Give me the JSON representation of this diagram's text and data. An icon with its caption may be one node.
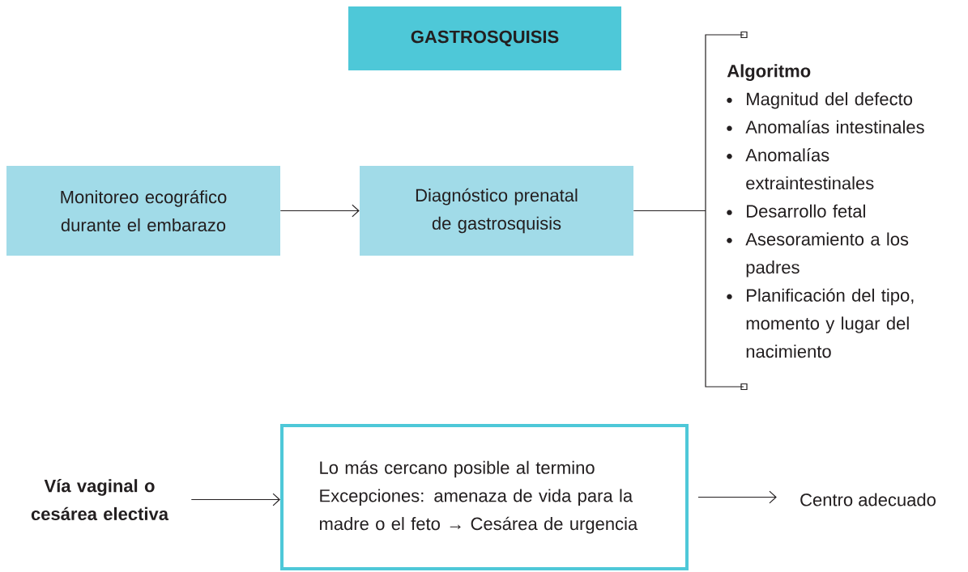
{
  "diagram": {
    "nodes": [
      {
        "text": [
          "GASTROSQUISIS"
        ]
      },
      {
        "text": [
          "Monitoreo ecográfico durante el embarazo"
        ]
      },
      {
        "text": [
          "Diagnóstico prenatal de gastrosquisis"
        ]
      },
      {
        "text": [
          "Algoritmo",
          "Magnitud del defecto",
          "Anomalías intestinales",
          "Anomalías extraintestinales",
          "Desarrollo fetal",
          "Asesoramiento a los padres",
          "Planificación del tipo, momento y lugar del nacimiento"
        ]
      },
      {
        "text": [
          "Vía vaginal o cesárea electiva"
        ]
      },
      {
        "text": [
          "Lo más cercano posible al termino",
          "Excepciones: amenaza de vida para la madre o el feto → Cesárea de urgencia"
        ]
      },
      {
        "text": [
          "Centro adecuado"
        ]
      }
    ],
    "edges": [
      {
        "from": 1,
        "to": 2,
        "arrow": "to"
      },
      {
        "from": 2,
        "to": 3,
        "arrow": "none"
      },
      {
        "from": 4,
        "to": 5,
        "arrow": "to"
      },
      {
        "from": 5,
        "to": 6,
        "arrow": "to"
      }
    ]
  }
}
